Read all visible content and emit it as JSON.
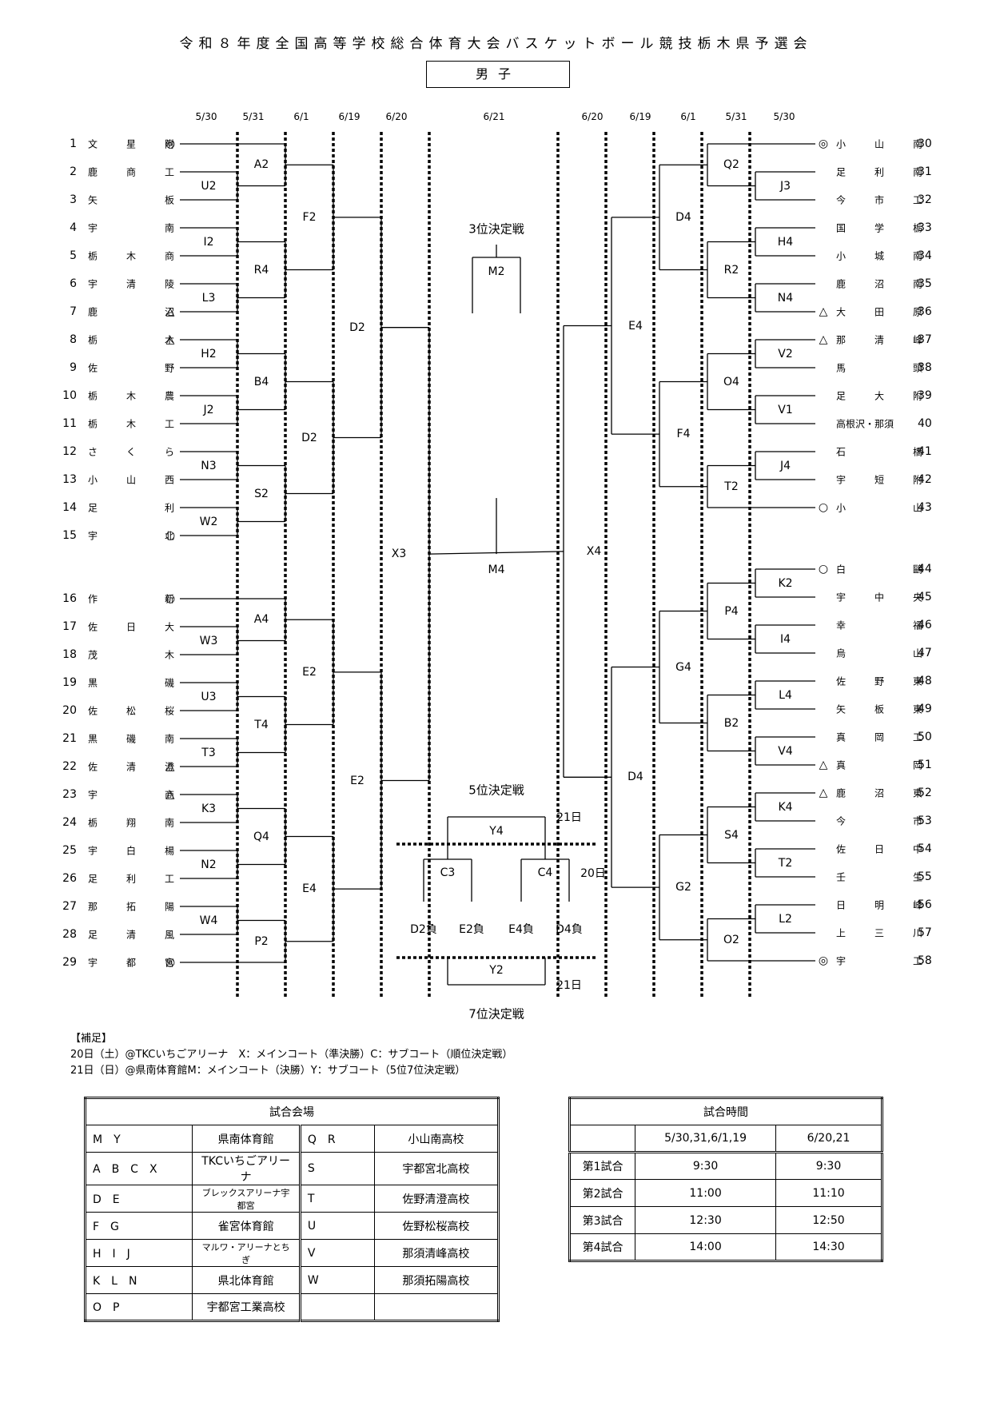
{
  "title": "令和８年度全国高等学校総合体育大会バスケットボール競技栃木県予選会",
  "division": "男子",
  "dates_left": [
    "5/30",
    "5/31",
    "6/1",
    "6/19",
    "6/20"
  ],
  "date_center": "6/21",
  "dates_right": [
    "6/20",
    "6/19",
    "6/1",
    "5/31",
    "5/30"
  ],
  "left_teams": [
    {
      "n": "1",
      "name": "文星附",
      "mark": "◎"
    },
    {
      "n": "2",
      "name": "鹿商工",
      "mark": ""
    },
    {
      "n": "3",
      "name": "矢板",
      "mark": ""
    },
    {
      "n": "4",
      "name": "宇南",
      "mark": ""
    },
    {
      "n": "5",
      "name": "栃木商",
      "mark": ""
    },
    {
      "n": "6",
      "name": "宇清陵",
      "mark": ""
    },
    {
      "n": "7",
      "name": "鹿沼",
      "mark": "△"
    },
    {
      "n": "8",
      "name": "栃木",
      "mark": "△"
    },
    {
      "n": "9",
      "name": "佐野",
      "mark": ""
    },
    {
      "n": "10",
      "name": "栃木農",
      "mark": ""
    },
    {
      "n": "11",
      "name": "栃木工",
      "mark": ""
    },
    {
      "n": "12",
      "name": "さくら",
      "mark": ""
    },
    {
      "n": "13",
      "name": "小山西",
      "mark": ""
    },
    {
      "n": "14",
      "name": "足利",
      "mark": ""
    },
    {
      "n": "15",
      "name": "宇北",
      "mark": "○"
    },
    {
      "n": "16",
      "name": "作新",
      "mark": "○"
    },
    {
      "n": "17",
      "name": "佐日大",
      "mark": ""
    },
    {
      "n": "18",
      "name": "茂木",
      "mark": ""
    },
    {
      "n": "19",
      "name": "黒磯",
      "mark": ""
    },
    {
      "n": "20",
      "name": "佐松桜",
      "mark": ""
    },
    {
      "n": "21",
      "name": "黒磯南",
      "mark": ""
    },
    {
      "n": "22",
      "name": "佐清澄",
      "mark": "△"
    },
    {
      "n": "23",
      "name": "宇商",
      "mark": "△"
    },
    {
      "n": "24",
      "name": "栃翔南",
      "mark": ""
    },
    {
      "n": "25",
      "name": "宇白楊",
      "mark": ""
    },
    {
      "n": "26",
      "name": "足利工",
      "mark": ""
    },
    {
      "n": "27",
      "name": "那拓陽",
      "mark": ""
    },
    {
      "n": "28",
      "name": "足清風",
      "mark": ""
    },
    {
      "n": "29",
      "name": "宇都宮",
      "mark": "◎"
    }
  ],
  "right_teams": [
    {
      "n": "30",
      "name": "小山南",
      "mark": "◎"
    },
    {
      "n": "31",
      "name": "足利南",
      "mark": ""
    },
    {
      "n": "32",
      "name": "今市工",
      "mark": ""
    },
    {
      "n": "33",
      "name": "国学栃",
      "mark": ""
    },
    {
      "n": "34",
      "name": "小城南",
      "mark": ""
    },
    {
      "n": "35",
      "name": "鹿沼南",
      "mark": ""
    },
    {
      "n": "36",
      "name": "大田原",
      "mark": "△"
    },
    {
      "n": "37",
      "name": "那清峰",
      "mark": "△"
    },
    {
      "n": "38",
      "name": "馬頭",
      "mark": ""
    },
    {
      "n": "39",
      "name": "足大附",
      "mark": ""
    },
    {
      "n": "40",
      "name": "高根沢・那須",
      "mark": ""
    },
    {
      "n": "41",
      "name": "石橋",
      "mark": ""
    },
    {
      "n": "42",
      "name": "宇短附",
      "mark": ""
    },
    {
      "n": "43",
      "name": "小山",
      "mark": "○"
    },
    {
      "n": "44",
      "name": "白鷗",
      "mark": "○"
    },
    {
      "n": "45",
      "name": "宇中央",
      "mark": ""
    },
    {
      "n": "46",
      "name": "幸福",
      "mark": ""
    },
    {
      "n": "47",
      "name": "烏山",
      "mark": ""
    },
    {
      "n": "48",
      "name": "佐野東",
      "mark": ""
    },
    {
      "n": "49",
      "name": "矢板東",
      "mark": ""
    },
    {
      "n": "50",
      "name": "真岡工",
      "mark": ""
    },
    {
      "n": "51",
      "name": "真岡",
      "mark": "△"
    },
    {
      "n": "52",
      "name": "鹿沼東",
      "mark": "△"
    },
    {
      "n": "53",
      "name": "今市",
      "mark": ""
    },
    {
      "n": "54",
      "name": "佐日中",
      "mark": ""
    },
    {
      "n": "55",
      "name": "壬生",
      "mark": ""
    },
    {
      "n": "56",
      "name": "日明峰",
      "mark": ""
    },
    {
      "n": "57",
      "name": "上三川",
      "mark": ""
    },
    {
      "n": "58",
      "name": "宇工",
      "mark": "◎"
    }
  ],
  "codes_left": {
    "r1": [
      "U2",
      "I2",
      "L3",
      "H2",
      "J2",
      "N3",
      "W2",
      "W3",
      "U3",
      "T3",
      "K3",
      "N2",
      "W4"
    ],
    "r2": [
      "A2",
      "R4",
      "B4",
      "S2",
      "A4",
      "T4",
      "Q4",
      "P2"
    ],
    "r3": [
      "F2",
      "D2",
      "E2",
      "E4"
    ],
    "r4": [
      "D2",
      "E2"
    ],
    "r5": "X3"
  },
  "codes_right": {
    "r1": [
      "J3",
      "H4",
      "N4",
      "V2",
      "V1",
      "J4",
      "K2",
      "I4",
      "L4",
      "V4",
      "K4",
      "T2",
      "L2"
    ],
    "r2": [
      "Q2",
      "R2",
      "O4",
      "T2",
      "P4",
      "B2",
      "S4",
      "O2"
    ],
    "r3": [
      "D4",
      "F4",
      "G4",
      "G2"
    ],
    "r4": [
      "E4",
      "D4"
    ],
    "r5": "X4"
  },
  "final": {
    "code": "M4"
  },
  "third_place": {
    "label": "3位決定戦",
    "code": "M2"
  },
  "fifth_place": {
    "label": "5位決定戦",
    "code": "Y4",
    "day": "21日"
  },
  "consolation": {
    "left": "C3",
    "right": "C4",
    "day": "20日",
    "losers": [
      "D2負",
      "E2負",
      "E4負",
      "D4負"
    ]
  },
  "seventh_place": {
    "label": "7位決定戦",
    "code": "Y2",
    "day": "21日"
  },
  "notes": {
    "heading": "【補足】",
    "lines": [
      "20日（土）@TKCいちごアリーナ　X：メインコート（準決勝）C：サブコート（順位決定戦）",
      "21日（日）@県南体育館M：メインコート（決勝）Y：サブコート（5位7位決定戦）"
    ]
  },
  "venue_table": {
    "header": "試合会場",
    "rows": [
      [
        "M　Y",
        "県南体育館",
        "Q　R",
        "小山南高校"
      ],
      [
        "A　B　C　X",
        "TKCいちごアリーナ",
        "S",
        "宇都宮北高校"
      ],
      [
        "D　E",
        "ブレックスアリーナ宇都宮",
        "T",
        "佐野清澄高校"
      ],
      [
        "F　G",
        "雀宮体育館",
        "U",
        "佐野松桜高校"
      ],
      [
        "H　I　J",
        "マルワ・アリーナとちぎ",
        "V",
        "那須清峰高校"
      ],
      [
        "K　L　N",
        "県北体育館",
        "W",
        "那須拓陽高校"
      ],
      [
        "O　P",
        "宇都宮工業高校",
        "",
        ""
      ]
    ]
  },
  "time_table": {
    "header": "試合時間",
    "cols": [
      "",
      "5/30,31,6/1,19",
      "6/20,21"
    ],
    "rows": [
      [
        "第1試合",
        "9:30",
        "9:30"
      ],
      [
        "第2試合",
        "11:00",
        "11:10"
      ],
      [
        "第3試合",
        "12:30",
        "12:50"
      ],
      [
        "第4試合",
        "14:00",
        "14:30"
      ]
    ]
  }
}
